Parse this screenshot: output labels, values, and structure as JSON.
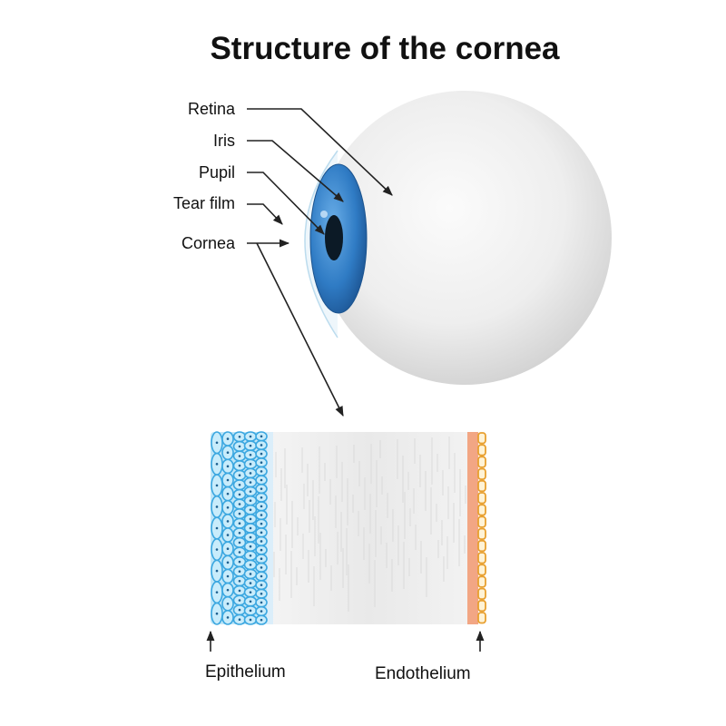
{
  "title": "Structure of the cornea",
  "eye_labels": [
    "Retina",
    "Iris",
    "Pupil",
    "Tear film",
    "Cornea"
  ],
  "section_labels": {
    "left": "Epithelium",
    "right": "Endothelium"
  },
  "colors": {
    "iris": "#2f7bc4",
    "epithelium": "#3ba7e0",
    "endothelium": "#e8a030",
    "descemet": "#f0a080"
  }
}
